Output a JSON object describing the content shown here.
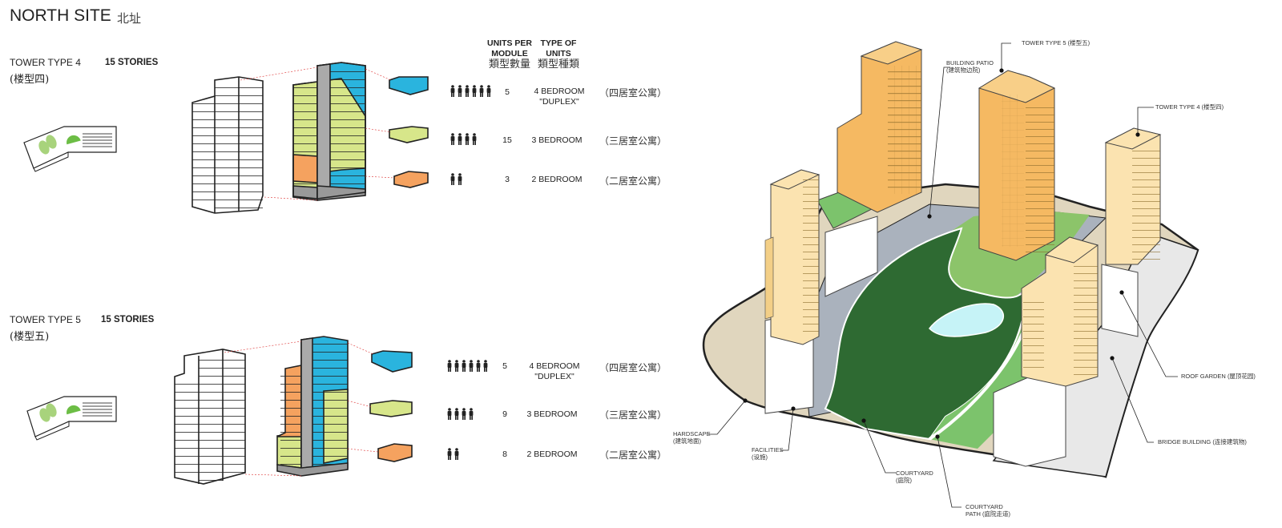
{
  "header": {
    "title": "NORTH SITE",
    "title_cn": "北址"
  },
  "table_headers": {
    "units_per_module": "UNITS PER",
    "units_per_module_2": "MODULE",
    "units_per_module_cn": "類型數量",
    "type_of_units": "TYPE OF",
    "type_of_units_2": "UNITS",
    "type_of_units_cn": "類型種類"
  },
  "towers": [
    {
      "name": "TOWER TYPE 4",
      "name_cn": "(楼型四)",
      "stories": "15 STORIES",
      "units": [
        {
          "count": "5",
          "type": "4 BEDROOM",
          "type_2": "\"DUPLEX\"",
          "type_cn": "（四居室公寓）",
          "people": 6,
          "color": "#2ab4de"
        },
        {
          "count": "15",
          "type": "3 BEDROOM",
          "type_2": "",
          "type_cn": "（三居室公寓）",
          "people": 4,
          "color": "#d7e68a"
        },
        {
          "count": "3",
          "type": "2 BEDROOM",
          "type_2": "",
          "type_cn": "（二居室公寓）",
          "people": 2,
          "color": "#f5a25f"
        }
      ]
    },
    {
      "name": "TOWER TYPE 5",
      "name_cn": "(楼型五)",
      "stories": "15 STORIES",
      "units": [
        {
          "count": "5",
          "type": "4 BEDROOM",
          "type_2": "\"DUPLEX\"",
          "type_cn": "（四居室公寓）",
          "people": 6,
          "color": "#2ab4de"
        },
        {
          "count": "9",
          "type": "3 BEDROOM",
          "type_2": "",
          "type_cn": "（三居室公寓）",
          "people": 4,
          "color": "#d7e68a"
        },
        {
          "count": "8",
          "type": "2 BEDROOM",
          "type_2": "",
          "type_cn": "（二居室公寓）",
          "people": 2,
          "color": "#f5a25f"
        }
      ]
    }
  ],
  "site_labels": {
    "tower5": {
      "en": "TOWER TYPE 5",
      "cn": "(楼型五)"
    },
    "patio": {
      "en": "BUILDING PATIO",
      "cn": "(建筑物边院)"
    },
    "tower4": {
      "en": "TOWER TYPE 4",
      "cn": "(楼型四)"
    },
    "roof_garden": {
      "en": "ROOF GARDEN",
      "cn": "(屋顶花园)"
    },
    "bridge": {
      "en": "BRIDGE BUILDING",
      "cn": "(连接建筑物)"
    },
    "hardscape": {
      "en": "HARDSCAPE",
      "cn": "(建筑地面)"
    },
    "facilities": {
      "en": "FACILITIES",
      "cn": "(设施)"
    },
    "courtyard": {
      "en": "COURTYARD",
      "cn": "(庭院)"
    },
    "courtyard_path": {
      "en": "COURTYARD",
      "en_2": "PATH",
      "cn": "(庭院走道)"
    }
  },
  "colors": {
    "blue": "#2ab4de",
    "lime": "#d7e68a",
    "orange": "#f5a25f",
    "tower_orange": "#f5b962",
    "tower_cream": "#fbe3b0",
    "dark_green": "#2e6a32",
    "light_green": "#7cc36c",
    "gray_path": "#aab2bd",
    "sand": "#e0d6be",
    "pond": "#c6f3f7"
  }
}
